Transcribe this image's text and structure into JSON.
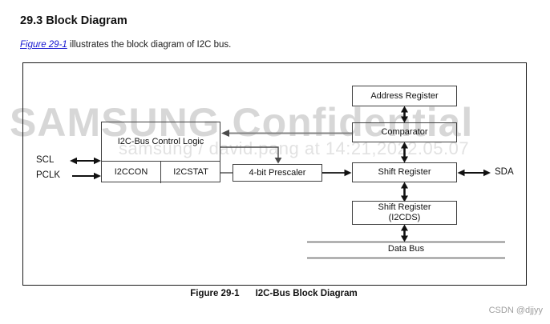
{
  "page": {
    "title": "29.3 Block Diagram",
    "intro_link": "Figure 29-1",
    "intro_text": " illustrates the block diagram of I2C bus."
  },
  "watermark": {
    "line1": "SAMSUNG Confidential",
    "line2": "samsung / david.pang at 14:21,2022.05.07"
  },
  "diagram": {
    "blocks": {
      "address_register": "Address Register",
      "comparator": "Comparator",
      "shift_register": "Shift Register",
      "shift_register_ds_line1": "Shift Register",
      "shift_register_ds_line2": "(I2CDS)",
      "control_logic": "I2C-Bus Control Logic",
      "i2ccon": "I2CCON",
      "i2cstat": "I2CSTAT",
      "prescaler": "4-bit Prescaler",
      "data_bus": "Data Bus"
    },
    "signals": {
      "scl": "SCL",
      "pclk": "PCLK",
      "sda": "SDA"
    }
  },
  "caption": {
    "figure": "Figure 29-1",
    "title": "I2C-Bus Block Diagram"
  },
  "footer": {
    "credit": "CSDN @djjyy"
  },
  "colors": {
    "link": "#1515d0",
    "watermark_primary": "#d7d7d7",
    "watermark_secondary": "#e2e2e2",
    "box_border": "#404040",
    "line_gray": "#808080",
    "credit": "#9e9e9e"
  }
}
